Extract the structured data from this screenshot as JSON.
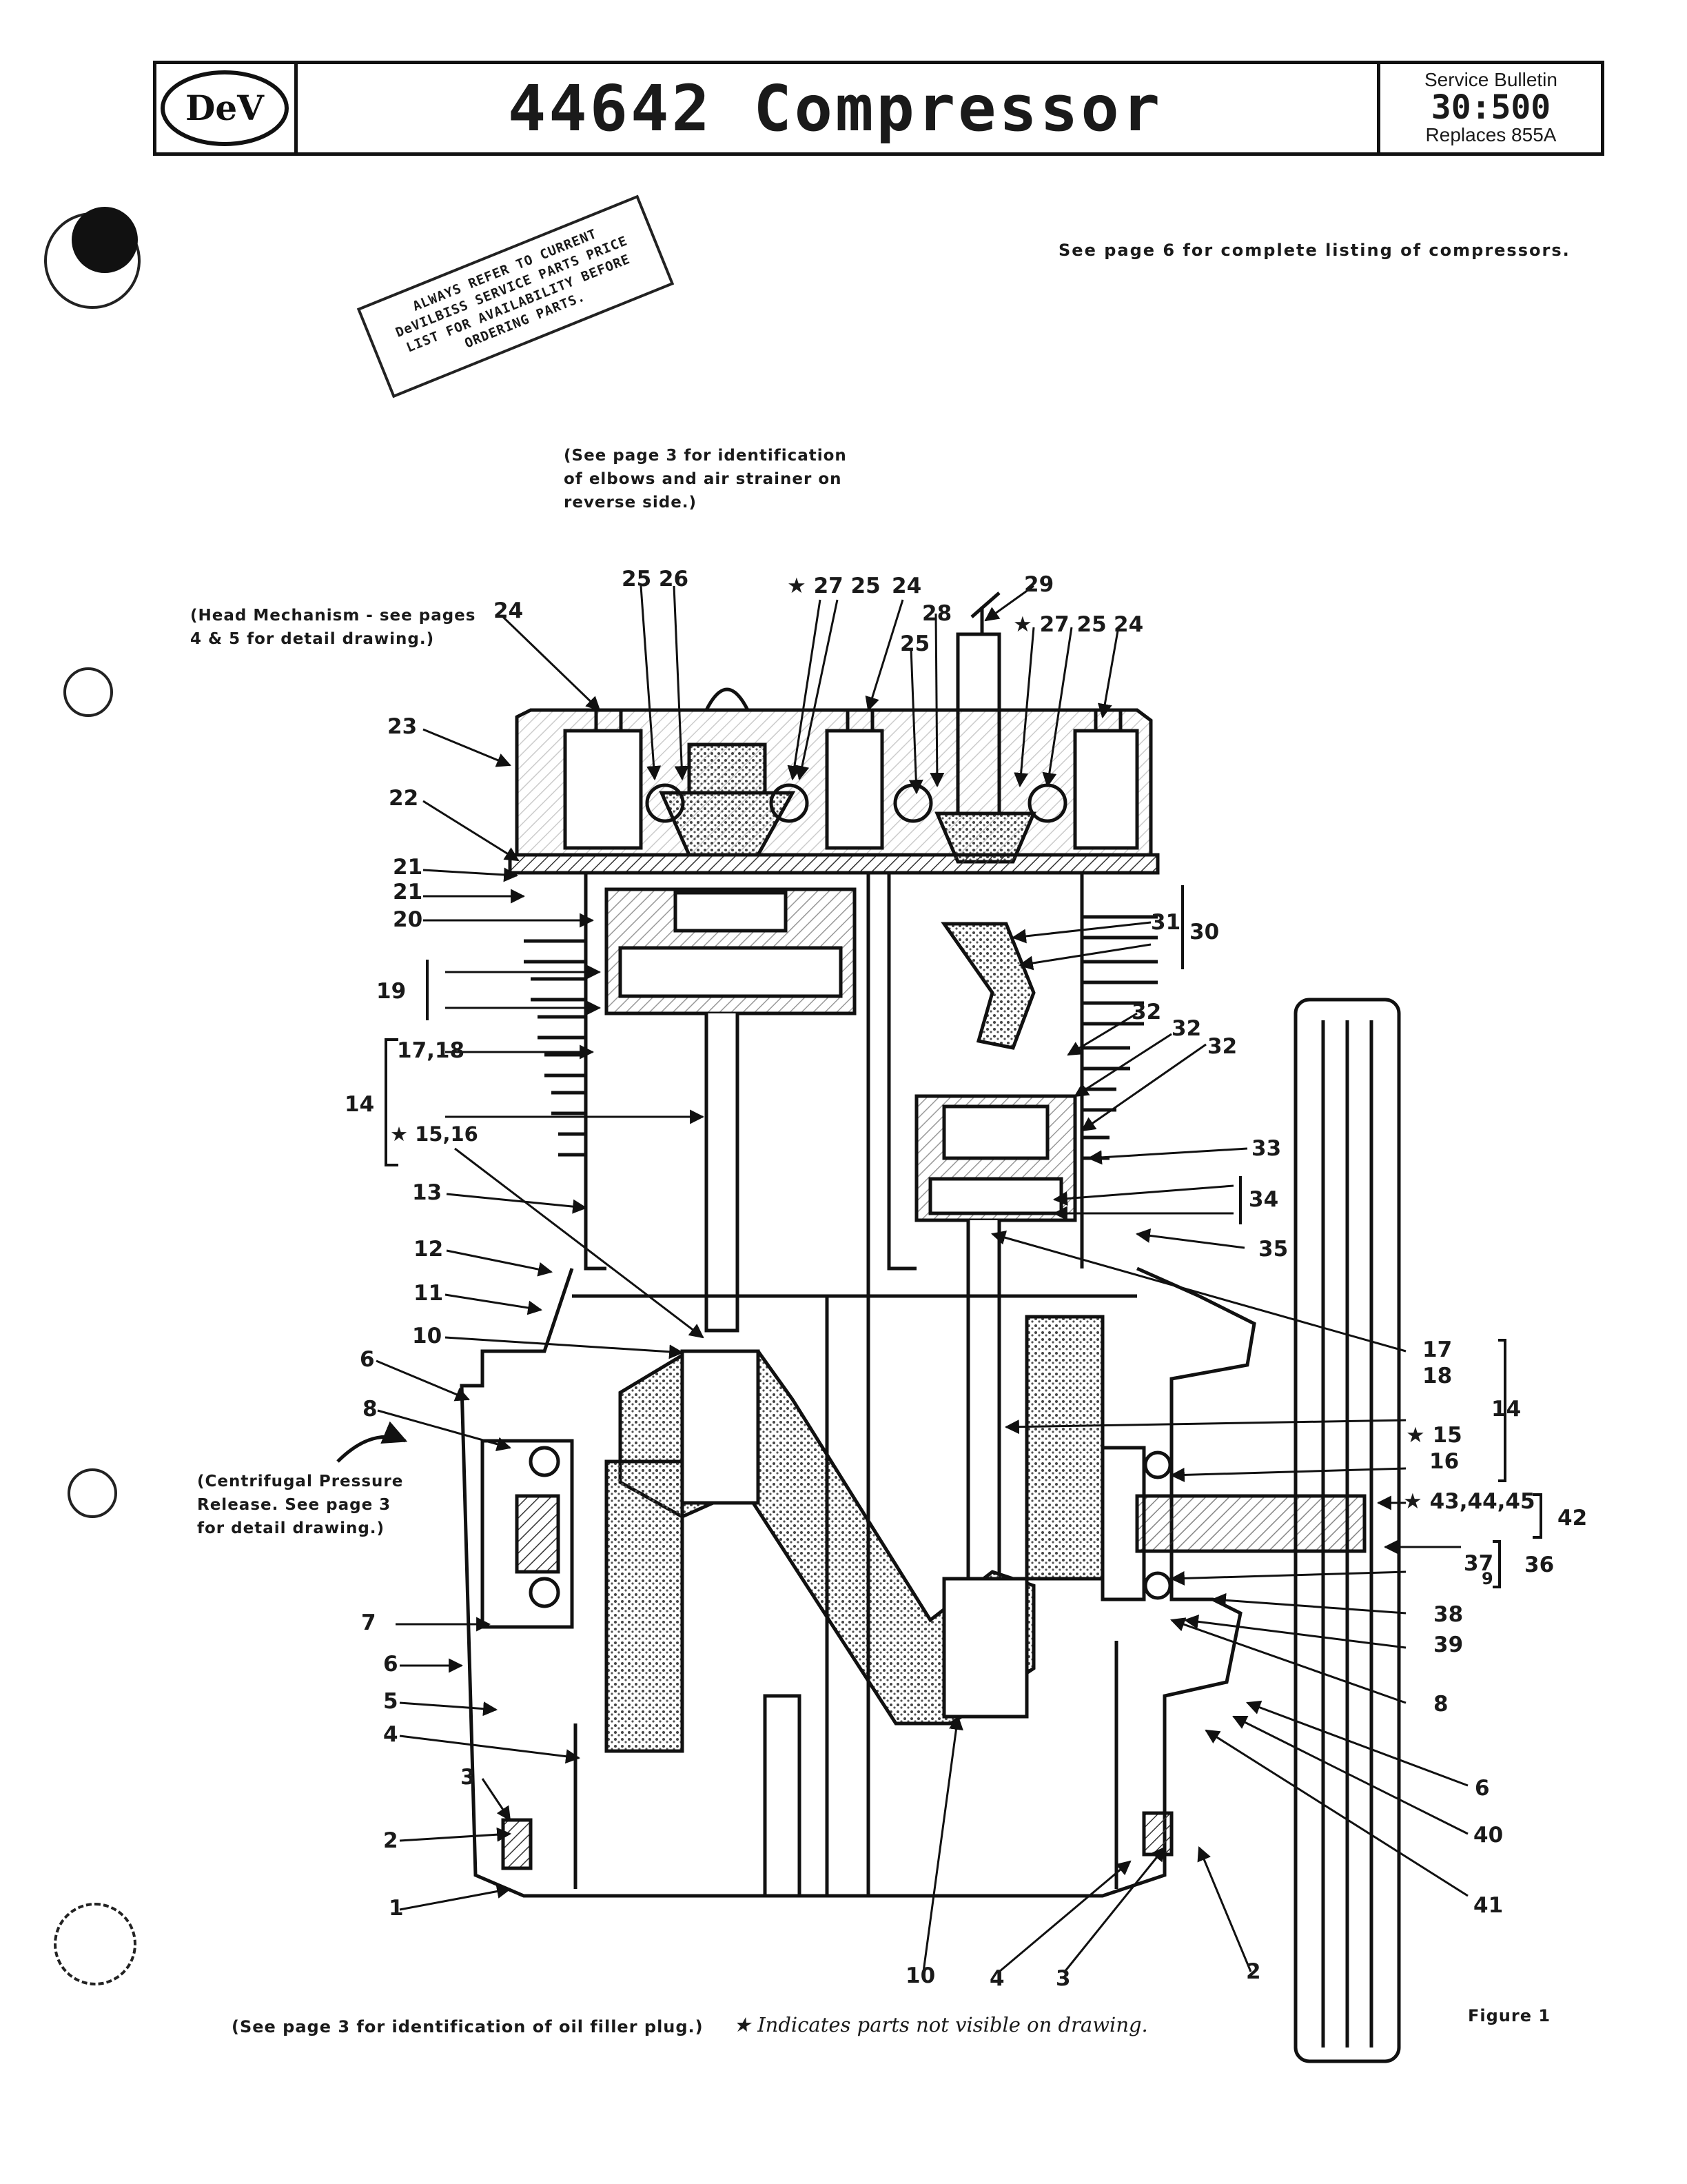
{
  "header": {
    "logo_text": "DeV",
    "title": "44642  Compressor",
    "bulletin_label": "Service Bulletin",
    "bulletin_number": "30:500",
    "replaces": "Replaces 855A"
  },
  "stamp_text": "ALWAYS REFER TO CURRENT DeVILBISS SERVICE PARTS PRICE LIST FOR AVAILABILITY BEFORE ORDERING PARTS.",
  "notes": {
    "top_right": "See page 6 for complete listing of compressors.",
    "elbows": [
      "(See page 3 for identification",
      "of elbows and air strainer on",
      "reverse side.)"
    ],
    "head_mechanism": [
      "(Head Mechanism - see pages",
      "4 & 5 for detail drawing.)"
    ],
    "centrifugal": [
      "(Centrifugal Pressure",
      "Release. See page 3",
      "for detail drawing.)"
    ],
    "oil_filler": "(See page 3 for identification of oil filler plug.)",
    "not_visible": "★ Indicates parts not visible on drawing.",
    "figure": "Figure 1"
  },
  "callouts": {
    "c1": "1",
    "c2": "2",
    "c3": "3",
    "c4": "4",
    "c5": "5",
    "c6": "6",
    "c7": "7",
    "c8": "8",
    "c10": "10",
    "c11": "11",
    "c12": "12",
    "c13": "13",
    "c14": "14",
    "c15_16": "★ 15,16",
    "c17_18": "17,18",
    "c19": "19",
    "c20": "20",
    "c21a": "21",
    "c21b": "21",
    "c22": "22",
    "c23": "23",
    "c24a": "24",
    "c25_26": "25 26",
    "c27_25": "★ 27 25",
    "c24b": "24",
    "c28": "28",
    "c25b": "25",
    "c29": "29",
    "c27_25b": "★ 27 25",
    "c24c": "24",
    "c31": "31",
    "c30": "30",
    "c32a": "32",
    "c32b": "32",
    "c32c": "32",
    "c33": "33",
    "c34": "34",
    "c35": "35",
    "c17r": "17",
    "c18r": "18",
    "c14r": "14",
    "c15r": "★ 15",
    "c16r": "16",
    "c43": "★ 43,44,45",
    "c42": "42",
    "c37": "37",
    "c9": "9",
    "c36": "36",
    "c38": "38",
    "c39": "39",
    "c8r": "8",
    "c6r": "6",
    "c40": "40",
    "c41": "41",
    "b10": "10",
    "b4": "4",
    "b3": "3",
    "b2": "2",
    "l6": "6",
    "l8": "8",
    "l7": "7",
    "l6b": "6",
    "l5": "5",
    "l4": "4",
    "l3": "3",
    "l2": "2",
    "l1": "1",
    "l10": "10",
    "l11": "11",
    "l12": "12",
    "l13": "13",
    "l14": "14",
    "l19": "19"
  }
}
